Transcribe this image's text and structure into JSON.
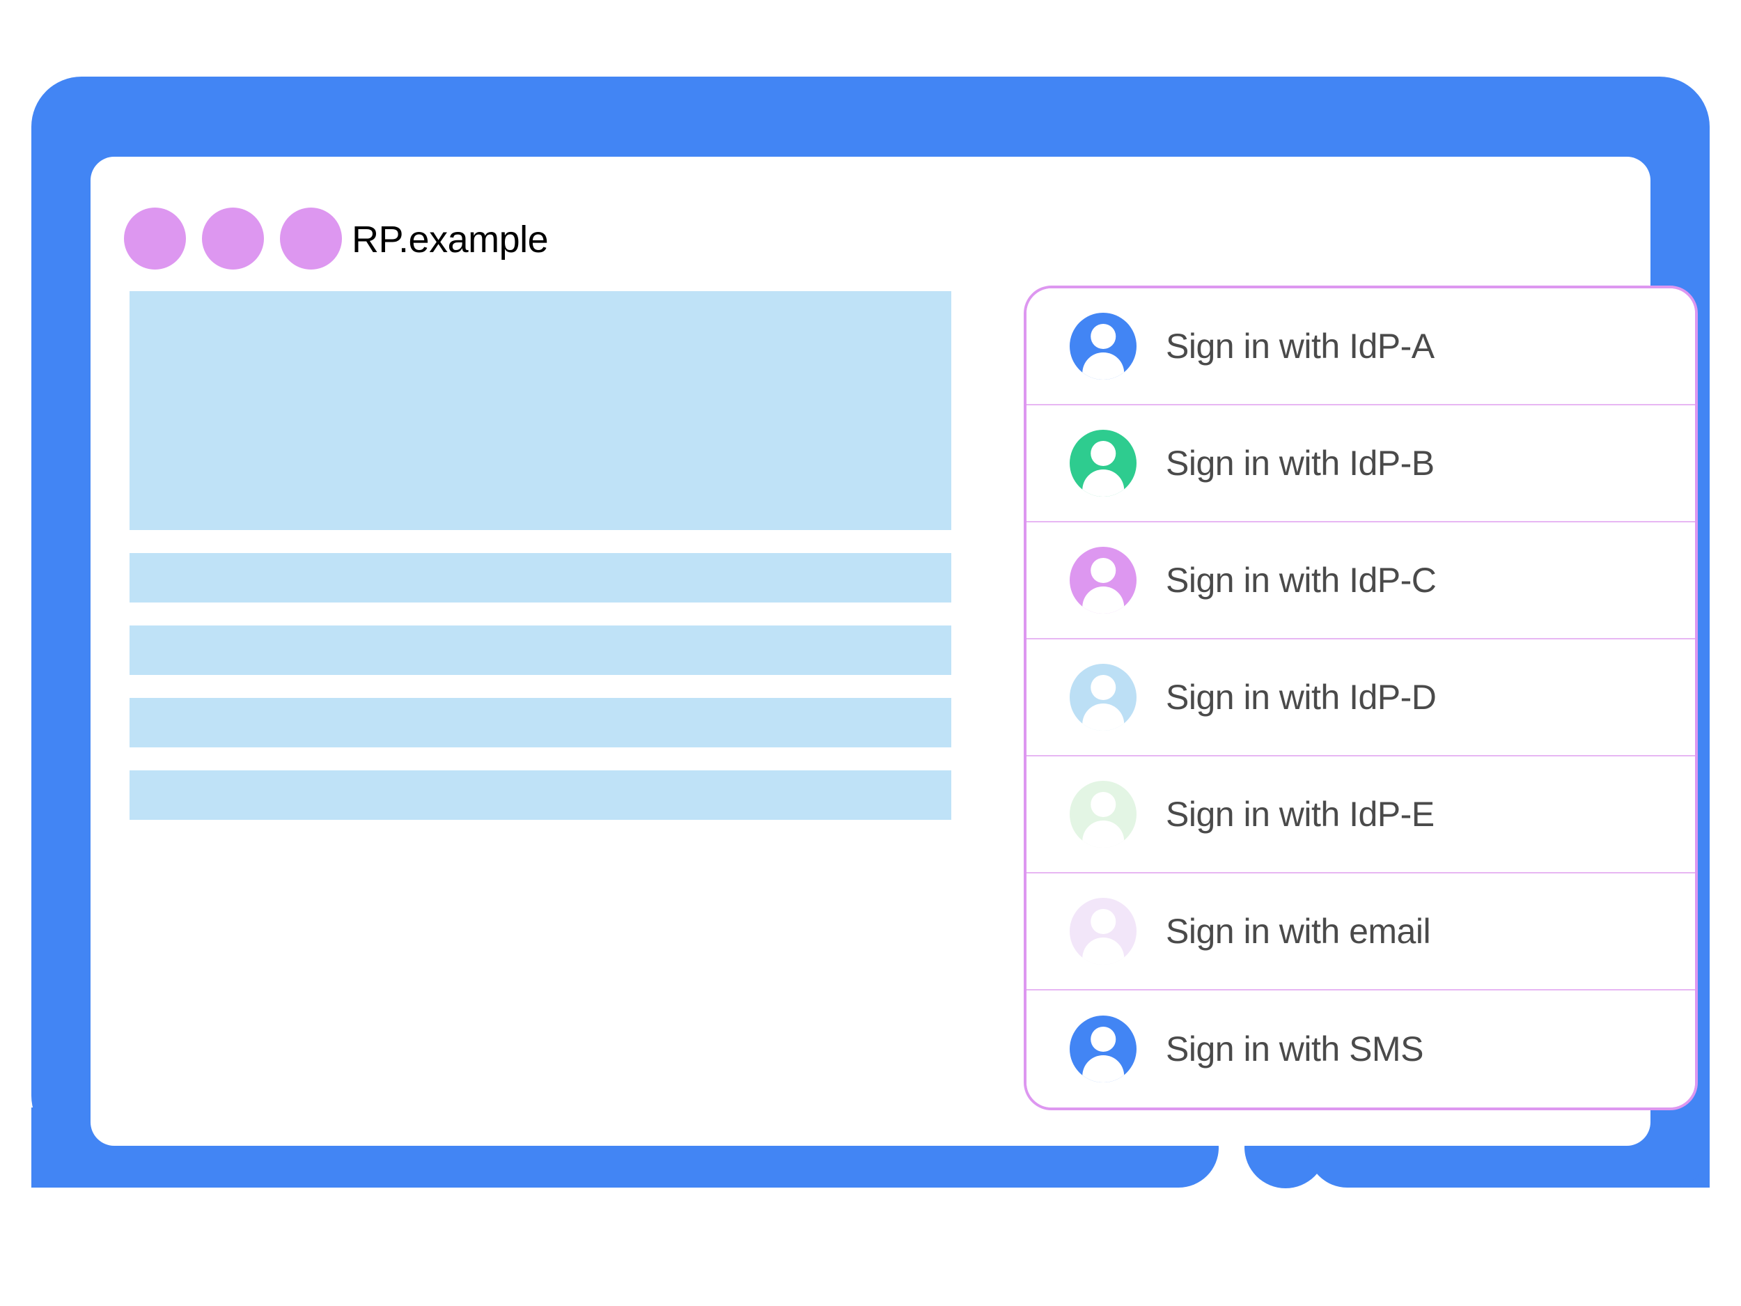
{
  "window": {
    "title": "RP.example",
    "dot_color": "#dd97f0",
    "frame_color": "#4285f4"
  },
  "page_content": {
    "placeholder_color": "#bfe2f7",
    "blocks": [
      {
        "type": "hero"
      },
      {
        "type": "bar"
      },
      {
        "type": "bar"
      },
      {
        "type": "bar"
      },
      {
        "type": "bar"
      }
    ]
  },
  "signin_dialog": {
    "border_color": "#dd97f0",
    "divider_color": "#e7b6f3",
    "text_color": "#4a4a4a",
    "options": [
      {
        "label": "Sign in with IdP-A",
        "avatar_color": "#4285f4",
        "icon": "person-avatar-icon"
      },
      {
        "label": "Sign in with IdP-B",
        "avatar_color": "#2ecc8f",
        "icon": "person-avatar-icon"
      },
      {
        "label": "Sign in with IdP-C",
        "avatar_color": "#dd97f0",
        "icon": "person-avatar-icon"
      },
      {
        "label": "Sign in with IdP-D",
        "avatar_color": "#bcdff5",
        "icon": "person-avatar-icon"
      },
      {
        "label": "Sign in with IdP-E",
        "avatar_color": "#e3f5e4",
        "icon": "person-avatar-icon"
      },
      {
        "label": "Sign in with email",
        "avatar_color": "#f2e6f9",
        "icon": "person-avatar-icon"
      },
      {
        "label": "Sign in with SMS",
        "avatar_color": "#4285f4",
        "icon": "person-avatar-icon"
      }
    ]
  }
}
